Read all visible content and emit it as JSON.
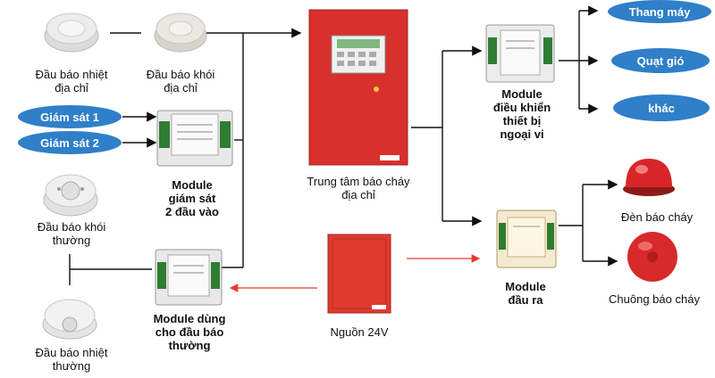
{
  "devices": {
    "heat_addr": "Đầu báo nhiệt\nđịa chỉ",
    "smoke_addr": "Đầu báo khói\nđịa chỉ",
    "smoke_conv": "Đầu báo khói\nthường",
    "heat_conv": "Đầu báo nhiệt\nthường",
    "monitor_module": "Module\ngiám sát\n2 đầu vào",
    "conv_module": "Module dùng\ncho đầu báo\nthường",
    "panel": "Trung tâm báo cháy\nđịa chỉ",
    "psu": "Nguồn 24V",
    "control_module": "Module\nđiều khiển\nthiết bị\nngoại vi",
    "output_module": "Module\nđầu ra",
    "strobe": "Đèn báo cháy",
    "bell": "Chuông báo cháy"
  },
  "inputs": {
    "mon1": "Giám sát 1",
    "mon2": "Giám sát 2"
  },
  "outputs": {
    "elevator": "Thang máy",
    "fan": "Quạt gió",
    "other": "khác"
  },
  "colors": {
    "pill": "#2f7fc9",
    "panel": "#d8302c",
    "wire": "#111111",
    "power_wire": "#e53935"
  }
}
